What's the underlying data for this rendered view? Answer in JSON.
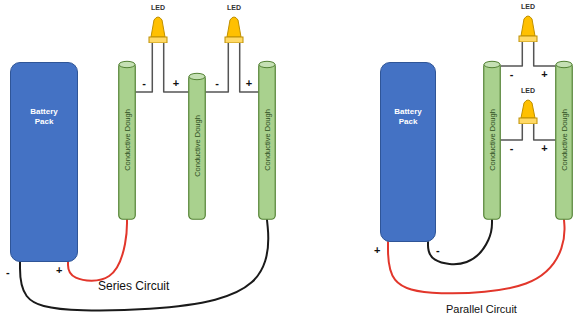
{
  "diagram": {
    "nodes": [
      {
        "text": [
          "Battery Pack"
        ]
      },
      {
        "text": [
          "Conductive Dough"
        ]
      },
      {
        "text": [
          "LED"
        ]
      },
      {
        "text": [
          "Conductive Dough"
        ]
      },
      {
        "text": [
          "LED"
        ]
      },
      {
        "text": [
          "Conductive Dough"
        ]
      },
      {
        "text": [
          "Battery Pack"
        ]
      },
      {
        "text": [
          "Conductive Dough"
        ]
      },
      {
        "text": [
          "LED"
        ]
      },
      {
        "text": [
          "LED"
        ]
      },
      {
        "text": [
          "Conductive Dough"
        ]
      }
    ],
    "edges": [
      {
        "from": 0,
        "to": 1,
        "arrow": "none"
      },
      {
        "from": 0,
        "to": 5,
        "arrow": "none"
      },
      {
        "from": 2,
        "to": 1,
        "label": "-",
        "arrow": "none"
      },
      {
        "from": 2,
        "to": 3,
        "label": "+",
        "arrow": "none"
      },
      {
        "from": 4,
        "to": 3,
        "label": "-",
        "arrow": "none"
      },
      {
        "from": 4,
        "to": 5,
        "label": "+",
        "arrow": "none"
      },
      {
        "from": 6,
        "to": 7,
        "arrow": "none"
      },
      {
        "from": 6,
        "to": 10,
        "arrow": "none"
      },
      {
        "from": 8,
        "to": 7,
        "label": "-",
        "arrow": "none"
      },
      {
        "from": 8,
        "to": 10,
        "label": "+",
        "arrow": "none"
      },
      {
        "from": 9,
        "to": 7,
        "label": "-",
        "arrow": "none"
      },
      {
        "from": 9,
        "to": 10,
        "label": "+",
        "arrow": "none"
      }
    ],
    "labels": [
      "-",
      "+",
      "Series Circuit",
      "+",
      "-",
      "Parallel Circuit"
    ]
  }
}
